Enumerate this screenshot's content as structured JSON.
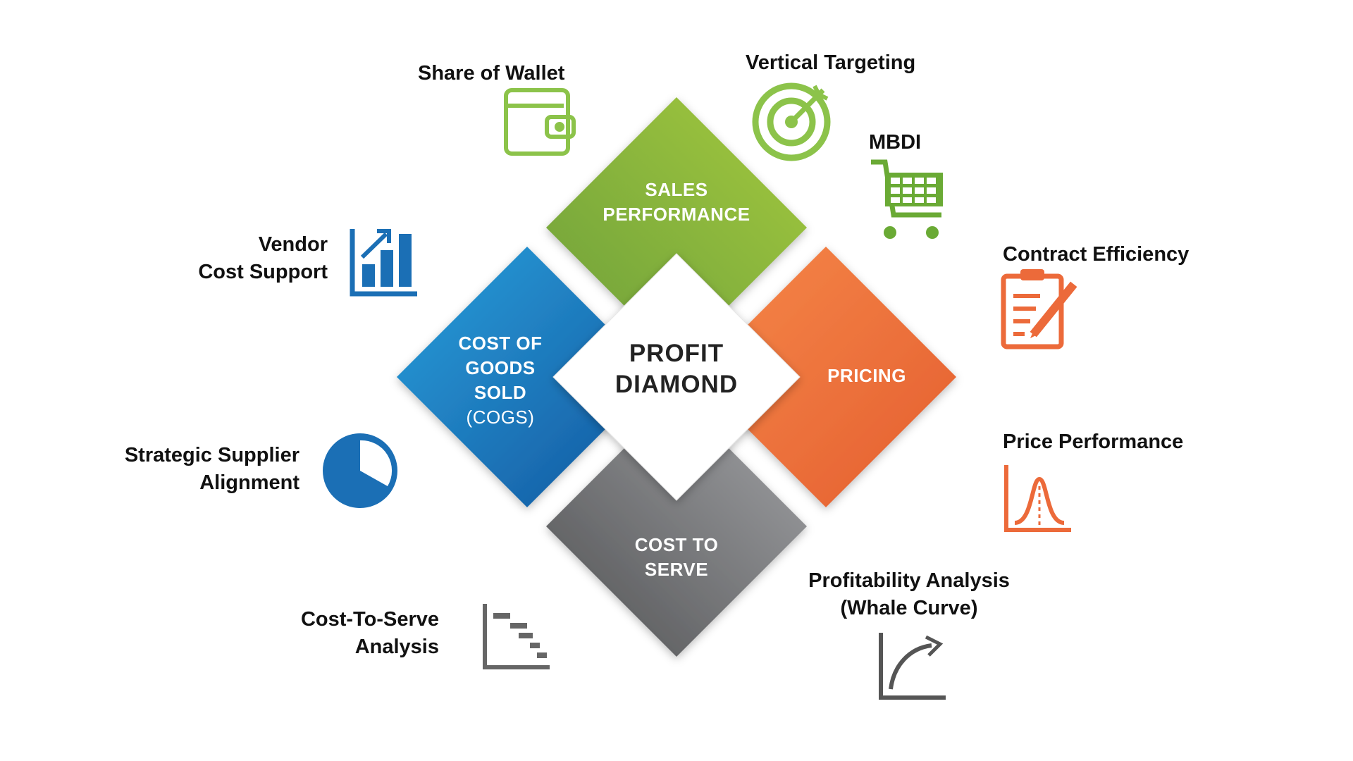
{
  "center": {
    "line1": "PROFIT",
    "line2": "DIAMOND"
  },
  "quadrants": {
    "sales": {
      "line1": "SALES",
      "line2": "PERFORMANCE",
      "color": "#8ab83c"
    },
    "pricing": {
      "line1": "PRICING",
      "color": "#ee7038"
    },
    "cogs": {
      "line1": "COST OF",
      "line2": "GOODS",
      "line3": "SOLD",
      "line4": "(COGS)",
      "color": "#1b75bc"
    },
    "cost_to_serve": {
      "line1": "COST TO",
      "line2": "SERVE",
      "color": "#7a7b7e"
    }
  },
  "items": {
    "share_of_wallet": {
      "label": "Share of Wallet",
      "icon": "wallet-icon",
      "color": "#8cc34a"
    },
    "vertical_targeting": {
      "label": "Vertical Targeting",
      "icon": "target-icon",
      "color": "#8cc34a"
    },
    "mbdi": {
      "label": "MBDI",
      "icon": "shopping-cart-icon",
      "color": "#6aaa35"
    },
    "vendor_cost_support": {
      "line1": "Vendor",
      "line2": "Cost Support",
      "icon": "bar-chart-icon",
      "color": "#1b6fb5"
    },
    "contract_efficiency": {
      "label": "Contract Efficiency",
      "icon": "clipboard-pencil-icon",
      "color": "#ec6a3a"
    },
    "strategic_supplier": {
      "line1": "Strategic Supplier",
      "line2": "Alignment",
      "icon": "pie-chart-icon",
      "color": "#1b6fb5"
    },
    "price_performance": {
      "label": "Price Performance",
      "icon": "bell-curve-icon",
      "color": "#ec6a3a"
    },
    "cost_to_serve_analysis": {
      "line1": "Cost-To-Serve",
      "line2": "Analysis",
      "icon": "gantt-chart-icon",
      "color": "#666666"
    },
    "profitability_analysis": {
      "line1": "Profitability Analysis",
      "line2": "(Whale Curve)",
      "icon": "curve-chart-icon",
      "color": "#555555"
    }
  }
}
